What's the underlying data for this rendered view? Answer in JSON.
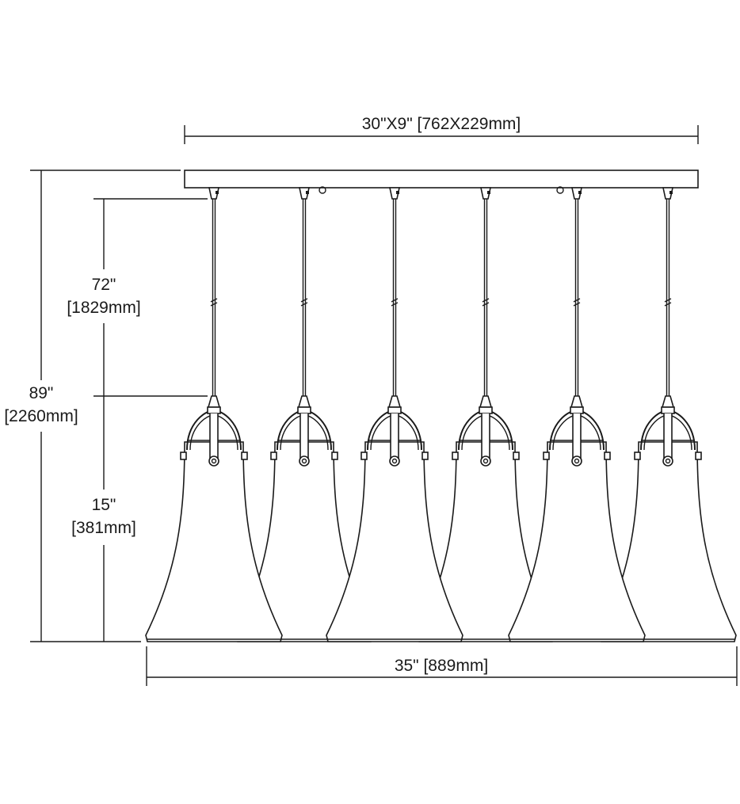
{
  "dimensions": {
    "canopy_size": "30\"X9\" [762X229mm]",
    "overall_height_in": "89\"",
    "overall_height_mm": "[2260mm]",
    "cord_length_in": "72\"",
    "cord_length_mm": "[1829mm]",
    "shade_height_in": "15\"",
    "shade_height_mm": "[381mm]",
    "overall_width": "35\" [889mm]"
  },
  "pendant_count": 6,
  "colors": {
    "line": "#1a1a1a",
    "background": "#ffffff"
  }
}
